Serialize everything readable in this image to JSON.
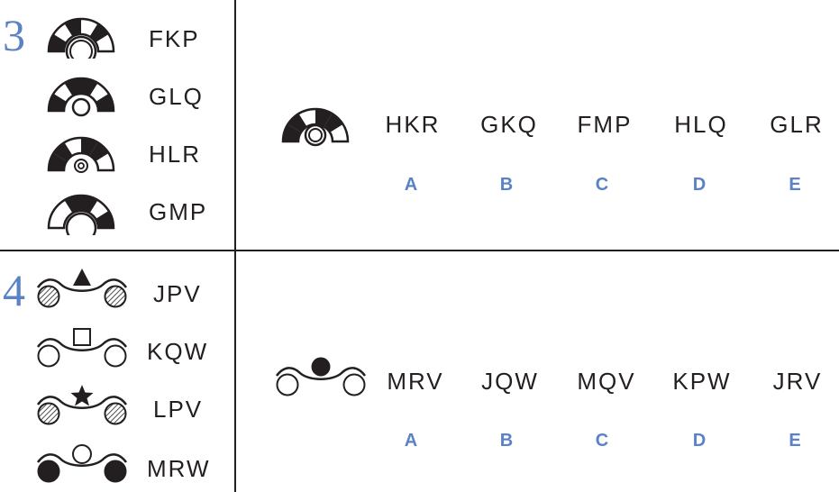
{
  "questions": [
    {
      "number": "3",
      "examples": [
        {
          "code": "FKP",
          "icon": "half-ring-segments-double-circle-icon"
        },
        {
          "code": "GLQ",
          "icon": "half-ring-segments-small-circle-icon"
        },
        {
          "code": "HLR",
          "icon": "half-ring-segments-dot-circle-icon"
        },
        {
          "code": "GMP",
          "icon": "half-ring-segments-large-circle-icon"
        }
      ],
      "target_icon": "half-ring-segments-double-circle-icon",
      "options": [
        "HKR",
        "GKQ",
        "FMP",
        "HLQ",
        "GLR"
      ],
      "letters": [
        "A",
        "B",
        "C",
        "D",
        "E"
      ]
    },
    {
      "number": "4",
      "examples": [
        {
          "code": "JPV",
          "icon": "hatched-circles-triangle-icon"
        },
        {
          "code": "KQW",
          "icon": "white-circles-square-icon"
        },
        {
          "code": "LPV",
          "icon": "hatched-circles-star-icon"
        },
        {
          "code": "MRW",
          "icon": "black-circles-circle-icon"
        }
      ],
      "target_icon": "white-circles-black-circle-icon",
      "options": [
        "MRV",
        "JQW",
        "MQV",
        "KPW",
        "JRV"
      ],
      "letters": [
        "A",
        "B",
        "C",
        "D",
        "E"
      ]
    }
  ],
  "colors": {
    "accent": "#5b82c4",
    "ink": "#231f20",
    "background": "#ffffff"
  }
}
